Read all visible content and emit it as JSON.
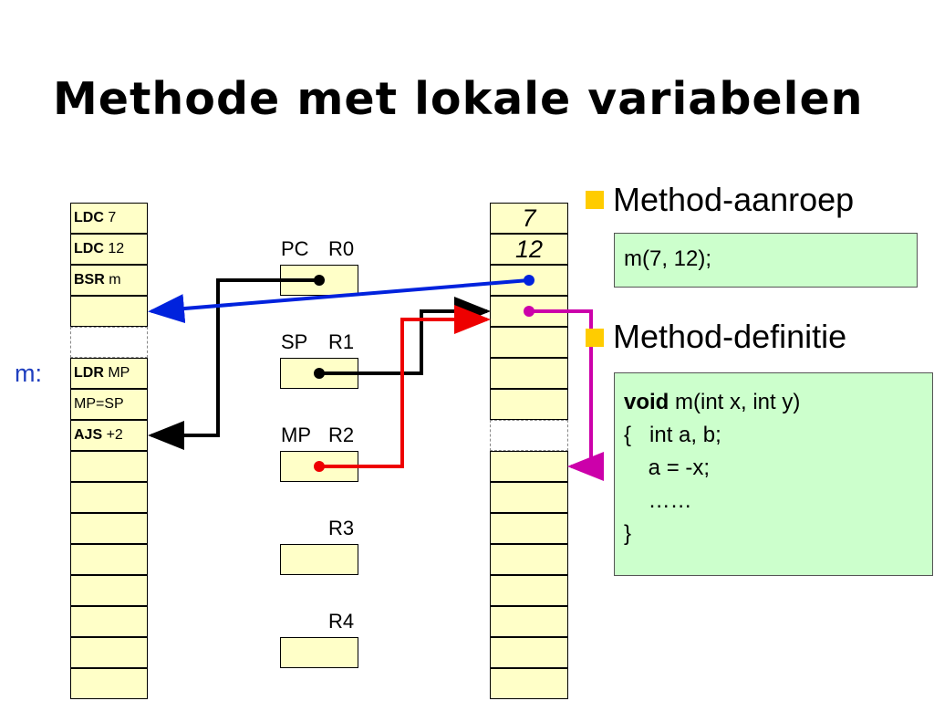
{
  "title": "Methode met lokale variabelen",
  "method_label": "m:",
  "code_column": [
    {
      "op": "LDC",
      "arg": " 7"
    },
    {
      "op": "LDC",
      "arg": " 12"
    },
    {
      "op": "BSR",
      "arg": " m"
    },
    {
      "op": "",
      "arg": ""
    },
    {
      "op": "",
      "arg": "",
      "gap": true
    },
    {
      "op": "LDR",
      "arg": " MP"
    },
    {
      "op": "",
      "arg": "MP=SP"
    },
    {
      "op": "AJS",
      "arg": " +2"
    },
    {
      "op": "",
      "arg": ""
    },
    {
      "op": "",
      "arg": ""
    },
    {
      "op": "",
      "arg": ""
    },
    {
      "op": "",
      "arg": ""
    },
    {
      "op": "",
      "arg": ""
    },
    {
      "op": "",
      "arg": ""
    },
    {
      "op": "",
      "arg": ""
    },
    {
      "op": "",
      "arg": ""
    }
  ],
  "registers": [
    {
      "alias": "PC",
      "name": "R0"
    },
    {
      "alias": "SP",
      "name": "R1"
    },
    {
      "alias": "MP",
      "name": "R2"
    },
    {
      "alias": "",
      "name": "R3"
    },
    {
      "alias": "",
      "name": "R4"
    }
  ],
  "stack_column": [
    "7",
    "12",
    "",
    "",
    "",
    "",
    "",
    "",
    "",
    "",
    "",
    "",
    "",
    "",
    "",
    ""
  ],
  "stack_gap_index": 7,
  "bullets": [
    {
      "text": "Method-aanroep"
    },
    {
      "text": "Method-definitie"
    }
  ],
  "call_code": "m(7, 12);",
  "definition_code": {
    "keyword": "void",
    "signature": " m(int x, int y)",
    "lines": [
      "{   int a, b;",
      "    a = -x;",
      "    ……",
      "}"
    ]
  },
  "colors": {
    "cell_fill": "#ffffc8",
    "code_fill": "#ccffcc",
    "bullet": "#ffcc00",
    "arrow_pc": "#000000",
    "arrow_sp": "#000000",
    "arrow_mp": "#ee0000",
    "arrow_call": "#0022dd",
    "arrow_saved_mp": "#cc00aa",
    "label_m": "#1f3fbf"
  }
}
